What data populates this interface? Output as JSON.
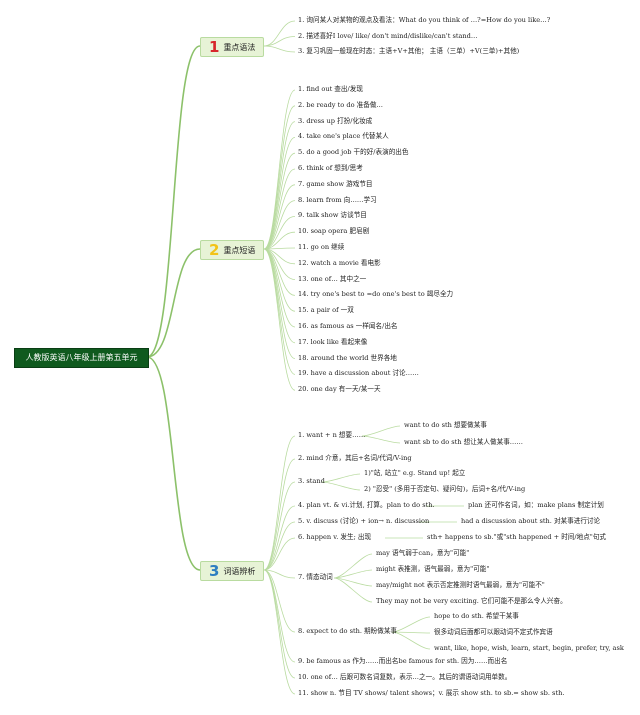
{
  "root": {
    "label": "人教版英语八年级上册第五单元"
  },
  "branches": [
    {
      "num": "1",
      "label": "重点语法",
      "num_color": "#d7262b",
      "items": [
        {
          "text": "1. 询问某人对某物的观点及看法：What do you think of …?=How do you like…?"
        },
        {
          "text": "2. 描述喜好I love/ like/ don't mind/dislike/can't stand…"
        },
        {
          "text": "3. 复习巩固一般现在时态：主语+V+其他； 主语（三单）+V(三单)+其他)"
        }
      ]
    },
    {
      "num": "2",
      "label": "重点短语",
      "num_color": "#f2c318",
      "items": [
        {
          "text": "1. find out 查出/发现"
        },
        {
          "text": "2. be ready to do 准备做…"
        },
        {
          "text": "3. dress up 打扮/化妆成"
        },
        {
          "text": "4. take one's place 代替某人"
        },
        {
          "text": "5. do a good job 干的好/表演的出色"
        },
        {
          "text": "6. think of 想到/思考"
        },
        {
          "text": "7. game show 游戏节目"
        },
        {
          "text": "8. learn from 向……学习"
        },
        {
          "text": "9. talk show 访谈节目"
        },
        {
          "text": "10. soap opera 肥皂剧"
        },
        {
          "text": "11. go on 继续"
        },
        {
          "text": "12. watch a movie 看电影"
        },
        {
          "text": "13. one of… 其中之一"
        },
        {
          "text": "14. try one's best to =do one's best to 竭尽全力"
        },
        {
          "text": "15. a pair of 一双"
        },
        {
          "text": "16. as famous as 一样闻名/出名"
        },
        {
          "text": "17. look like 看起来像"
        },
        {
          "text": "18. around the world 世界各地"
        },
        {
          "text": "19. have a discussion about 讨论……"
        },
        {
          "text": "20. one day 有一天/某一天"
        }
      ]
    },
    {
      "num": "3",
      "label": "词语辨析",
      "num_color": "#2e7fc1",
      "items": [
        {
          "text": "1. want + n 想要……",
          "subs": [
            "want to do sth 想要做某事",
            "want sb to do sth 想让某人做某事……"
          ]
        },
        {
          "text": "2. mind 介意，其后+名词/代词/V-ing"
        },
        {
          "text": "3. stand",
          "subs": [
            "1)\"站, 站立\" e.g. Stand up! 起立",
            "2) \"忍受\" (多用于否定句、疑问句)，后词+名/代/V-ing"
          ]
        },
        {
          "text": "4. plan vt. & vi.计划, 打算。plan to do sth.",
          "subs": [
            "plan 还可作名词，如：make plans 制定计划"
          ]
        },
        {
          "text": "5. v. discuss (讨论) + ion→ n. discussion",
          "subs": [
            "had a discussion about sth. 对某事进行讨论"
          ]
        },
        {
          "text": "6. happen v. 发生; 出现",
          "subs": [
            "sth+ happens to sb.\"或\"sth happened + 时间/地点\"句式"
          ]
        },
        {
          "text": "7. 情态动词",
          "subs": [
            "may 语气弱于can，意为\"可能\"",
            "might 表推测，语气最弱，意为\"可能\"",
            "may/might not 表示否定推测时语气最弱，意为\"可能不\"",
            "They may not be very exciting. 它们可能不是那么令人兴奋。"
          ]
        },
        {
          "text": "8. expect to do sth. 期盼做某事",
          "subs": [
            "hope to do sth. 希望干某事",
            "很多动词后面都可以跟动词不定式作宾语",
            "want, like, hope, wish, learn, start, begin, prefer, try, ask"
          ]
        },
        {
          "text": "9. be famous as 作为……而出名be famous for sth. 因为……而出名"
        },
        {
          "text": "10. one of… 后跟可数名词复数，表示…之一。其后的谓语动词用单数。"
        },
        {
          "text": "11. show n. 节目 TV shows/ talent shows；v. 展示 show sth. to sb.= show sb. sth."
        }
      ]
    }
  ]
}
